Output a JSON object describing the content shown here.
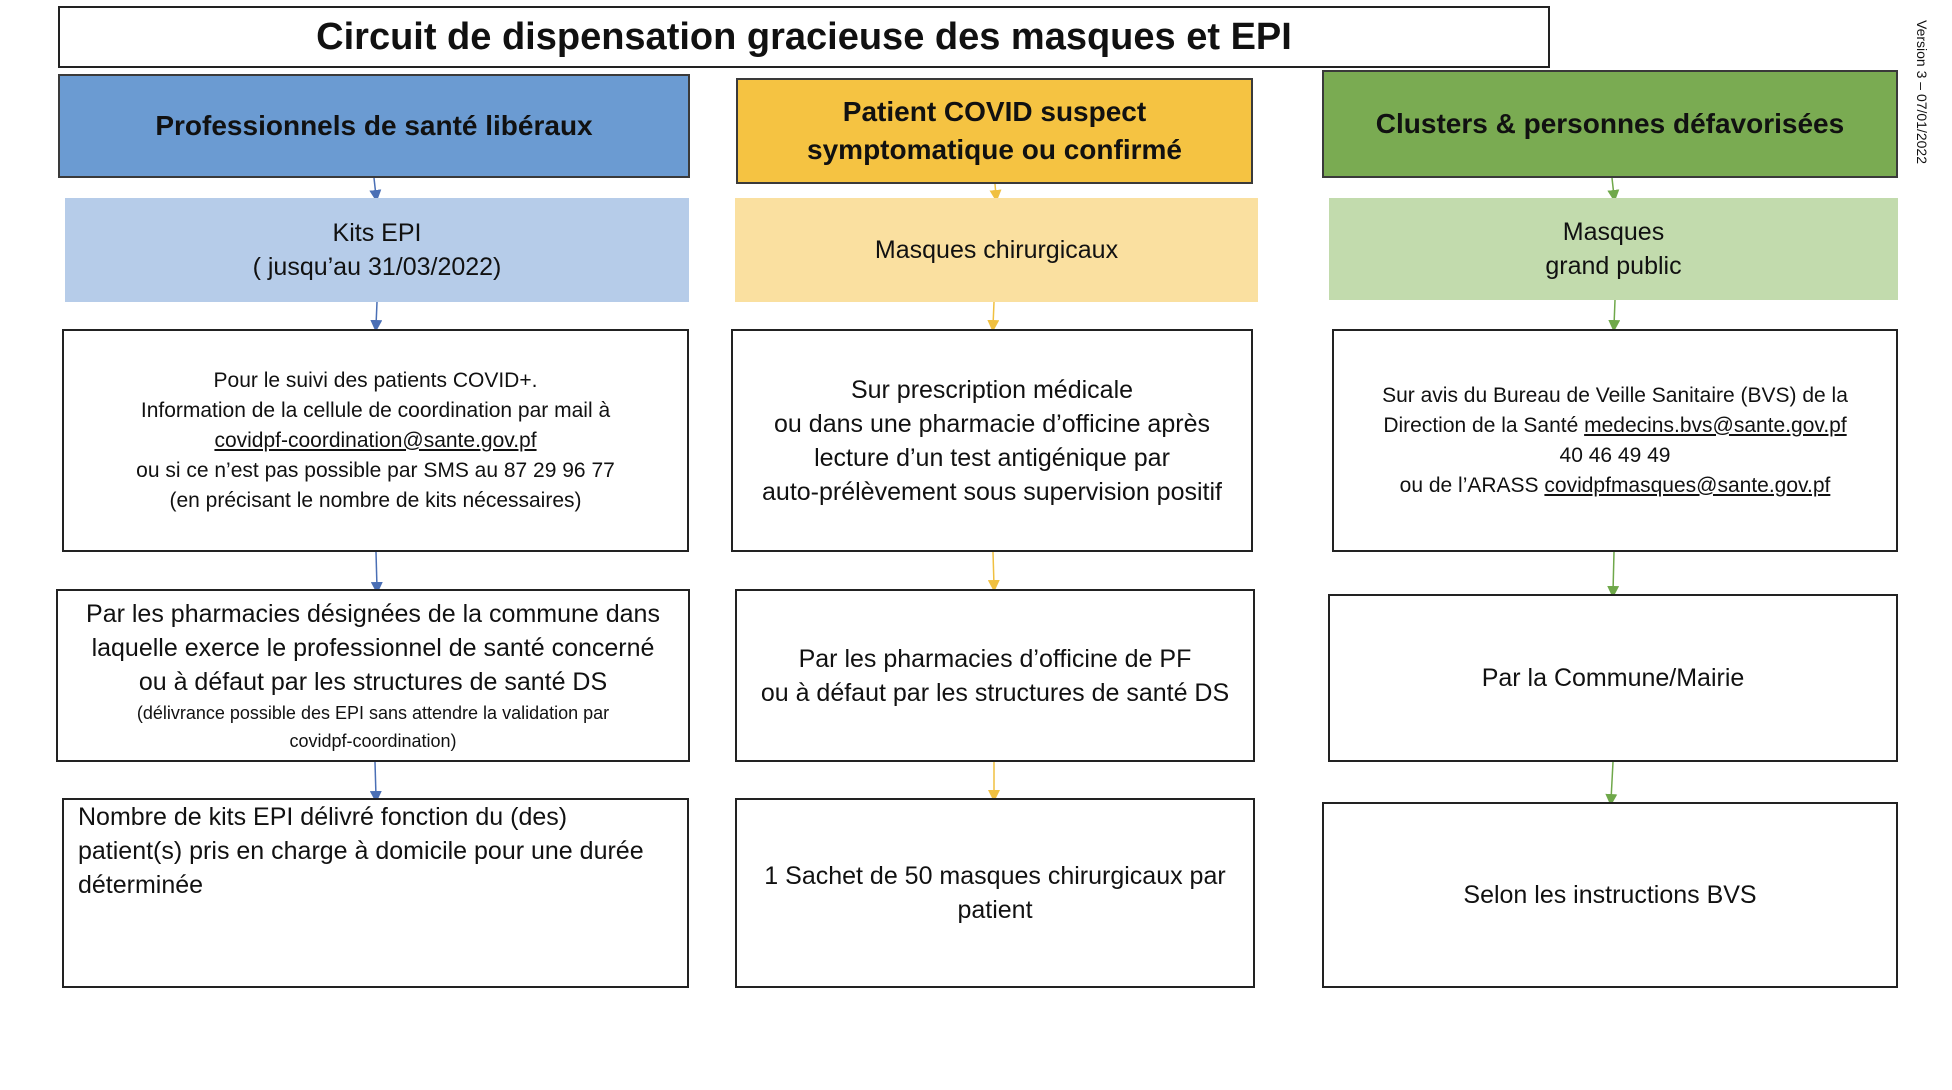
{
  "title": "Circuit de dispensation gracieuse des masques et EPI",
  "version": "Version 3 – 07/01/2022",
  "colors": {
    "blue_header": "#6b9bd2",
    "blue_light": "#b6cce9",
    "blue_arrow": "#4a6fb5",
    "yellow_header": "#f5c342",
    "yellow_light": "#fae0a0",
    "yellow_arrow": "#f0c040",
    "green_header": "#7aab52",
    "green_light": "#c2dbad",
    "green_arrow": "#6fa84a"
  },
  "columns": [
    {
      "header": "Professionnels de santé libéraux",
      "category": [
        "Kits EPI",
        "( jusqu’au 31/03/2022)"
      ],
      "step1": {
        "lines": [
          "Pour le suivi des patients COVID+.",
          "Information de la cellule de coordination par mail à"
        ],
        "email": "covidpf-coordination@sante.gov.pf",
        "after": [
          "ou si ce n’est pas possible par SMS au 87 29 96 77",
          "(en précisant le nombre de kits nécessaires)"
        ]
      },
      "step2": {
        "lines": [
          "Par les pharmacies désignées de la commune dans",
          "laquelle exerce le professionnel de santé concerné",
          "ou  à  défaut par les structures de santé DS"
        ],
        "note": [
          "(délivrance possible des EPI sans attendre la validation par",
          "covidpf-coordination)"
        ]
      },
      "step3": [
        "Nombre de kits EPI délivré fonction du (des)",
        "patient(s) pris en charge à domicile pour une durée",
        "déterminée"
      ]
    },
    {
      "header": [
        "Patient COVID suspect",
        "symptomatique ou confirmé"
      ],
      "category": [
        "Masques chirurgicaux"
      ],
      "step1": [
        "Sur prescription médicale",
        "ou dans une pharmacie d’officine après",
        "lecture d’un test antigénique par",
        "auto-prélèvement sous supervision positif"
      ],
      "step2": [
        "Par les pharmacies d’officine de PF",
        "ou à défaut par les structures de santé DS"
      ],
      "step3": [
        "1 Sachet de 50 masques chirurgicaux par",
        "patient"
      ]
    },
    {
      "header": "Clusters & personnes défavorisées",
      "category": [
        "Masques",
        "grand public"
      ],
      "step1": {
        "line1": "Sur avis du Bureau de Veille Sanitaire (BVS) de la",
        "line2_prefix": "Direction de la Santé ",
        "line2_email": "medecins.bvs@sante.gov.pf",
        "phone": "40 46 49 49",
        "line4_prefix": "ou de l’ARASS ",
        "line4_email": "covidpfmasques@sante.gov.pf"
      },
      "step2": [
        "Par  la Commune/Mairie"
      ],
      "step3": [
        "Selon les instructions BVS"
      ]
    }
  ]
}
